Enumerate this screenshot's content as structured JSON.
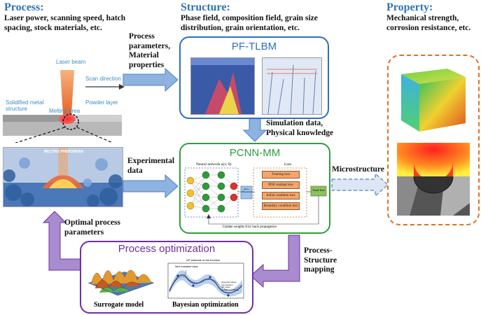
{
  "process": {
    "heading": "Process:",
    "body": "Laser power, scanning speed, hatch spacing, stock materials, etc.",
    "figure_labels": {
      "laser_beam": "Laser beam",
      "scan_direction": "Scan direction",
      "solidified": "Solidified metal structure",
      "melting": "Melting area",
      "powder": "Powder layer",
      "phenomena": "MELTING PHENOMENA"
    }
  },
  "structure": {
    "heading": "Structure:",
    "body": "Phase field, composition field, grain size distribution, grain orientation, etc."
  },
  "property": {
    "heading": "Property:",
    "body": "Mechanical strength, corrosion resistance, etc."
  },
  "panels": {
    "pf_tlbm": "PF-TLBM",
    "pcnn": "PCNN-MM",
    "process_opt": "Process optimization"
  },
  "arrows": {
    "process_params": "Process parameters, Material properties",
    "simulation": "Simulation data, Physical knowledge",
    "experimental": "Experimental data",
    "microstructure": "Microstructure",
    "process_structure": "Process-Structure mapping",
    "optimal": "Optimal process parameters"
  },
  "nn": {
    "network_label": "Neural network u(x; θ)",
    "loss_label": "Loss",
    "auto_diff": "Auto-differentiation",
    "loss_items": [
      "Training loss",
      "PDE residual loss",
      "Initial condition loss",
      "Boundary condition loss"
    ],
    "total_loss": "Total loss",
    "update_label": "Update weights θ by back propagation"
  },
  "optimization": {
    "surrogate_caption": "Surrogate model",
    "bayes_caption": "Bayesian optimization",
    "bayes_title": "GP estimate of the function",
    "bayes_annotation": "Next evaluated value",
    "legend": [
      "observed values",
      "true function",
      "GP mean",
      "confidence interval"
    ]
  },
  "colors": {
    "heading": "#2e74b5",
    "pf_border": "#2e6fc0",
    "pcnn_border": "#2e9e3e",
    "opt_border": "#7030a0",
    "property_border": "#e07020",
    "blue_arrow": "#8fb3e0",
    "purple_arrow": "#a98bcf",
    "node_yellow": "#f2c12e",
    "node_green": "#2f9a3a",
    "node_red": "#e03030"
  }
}
